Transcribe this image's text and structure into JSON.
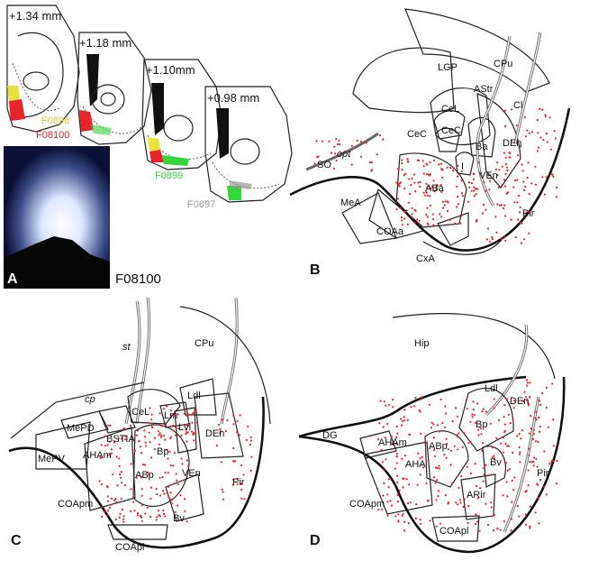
{
  "panels": {
    "A": {
      "letter": "A",
      "levels": [
        "+1.34 mm",
        "+1.18 mm",
        "+1.10mm",
        "+0.98 mm"
      ],
      "cases": [
        {
          "label": "F0898",
          "color": "#e8e23a"
        },
        {
          "label": "F08100",
          "color": "#e8232a"
        },
        {
          "label": "F0899",
          "color": "#35d63a"
        },
        {
          "label": "F0897",
          "color": "#9a9a9a"
        }
      ],
      "photo_label": "F08100"
    },
    "B": {
      "letter": "B",
      "labels": [
        "LGP",
        "CPu",
        "AStr",
        "CeL",
        "Cl",
        "CeC",
        "CeC",
        "Ba",
        "DEn",
        "SO",
        "opt",
        "I",
        "VEn",
        "ABa",
        "MeA",
        "Pir",
        "COAa",
        "CxA"
      ]
    },
    "C": {
      "letter": "C",
      "labels": [
        "CPu",
        "st",
        "Ldl",
        "cp",
        "CeL",
        "Lm",
        "Lvl",
        "MePD",
        "BSTIA",
        "DEn",
        "MePV",
        "AHAm",
        "Bp",
        "ABp",
        "VEn",
        "Pir",
        "COApm",
        "Bv",
        "COApl"
      ]
    },
    "D": {
      "letter": "D",
      "labels": [
        "Hip",
        "Ldl",
        "DEn",
        "Bp",
        "DG",
        "AHAm",
        "ABp",
        "AHA",
        "Bv",
        "Pir",
        "ARir",
        "COApm",
        "COApl"
      ]
    }
  },
  "colors": {
    "label_dot": "#e8232a",
    "photo_glow": "#dce6ff"
  }
}
